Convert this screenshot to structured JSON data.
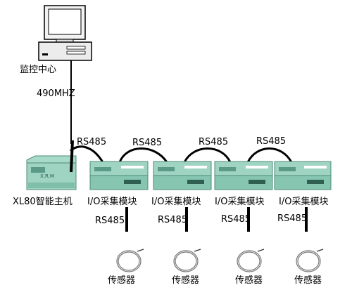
{
  "monitor_center": {
    "label": "监控中心"
  },
  "wireless_link": {
    "label": "490MHZ"
  },
  "host": {
    "label": "XL80智能主机",
    "logo_text": "X.R.M"
  },
  "bus_labels": [
    "RS485",
    "RS485",
    "RS485",
    "RS485"
  ],
  "modules": [
    {
      "label": "I/O采集模块",
      "sensor_link": "RS485",
      "sensor": "传感器"
    },
    {
      "label": "I/O采集模块",
      "sensor_link": "RS485",
      "sensor": "传感器"
    },
    {
      "label": "I/O采集模块",
      "sensor_link": "RS485",
      "sensor": "传感器"
    },
    {
      "label": "I/O采集模块",
      "sensor_link": "RS485",
      "sensor": "传感器"
    }
  ],
  "colors": {
    "module_body": "#9fd3c2",
    "module_dark": "#5a9a86",
    "cable": "#000000"
  }
}
